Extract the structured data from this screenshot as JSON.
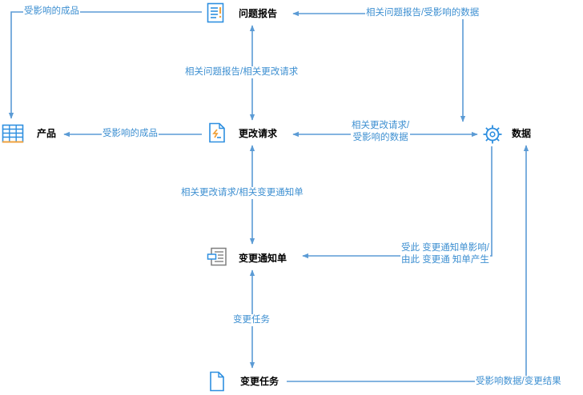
{
  "nodes": {
    "problem_report": "问题报告",
    "change_request": "更改请求",
    "change_notice": "变更通知单",
    "change_task": "变更任务",
    "product": "产品",
    "data": "数据"
  },
  "edges": {
    "report_to_product": "受影响的成品",
    "data_to_report": "相关问题报告/受影响的数据",
    "report_request": "相关问题报告/相关更改请求",
    "request_to_product": "受影响的成品",
    "request_data_line1": "相关更改请求/",
    "request_data_line2": "受影响的数据",
    "request_notice": "相关更改请求/相关变更通知单",
    "data_notice_line1": "受此 变更通知单影响/",
    "data_notice_line2": "由此 变更通 知单产生",
    "notice_task": "变更任务",
    "task_data": "受影响数据/变更结果"
  },
  "icons": {
    "problem_report": "report-icon",
    "change_request": "edit-document-icon",
    "change_notice": "notice-icon",
    "change_task": "document-icon",
    "product": "product-grid-icon",
    "data": "gear-icon"
  },
  "colors": {
    "connector": "#5b9bd5",
    "edge_text": "#3d8fd1",
    "icon_blue": "#2e8fe0",
    "icon_orange": "#f0a23c",
    "icon_gray": "#7f7f7f"
  }
}
